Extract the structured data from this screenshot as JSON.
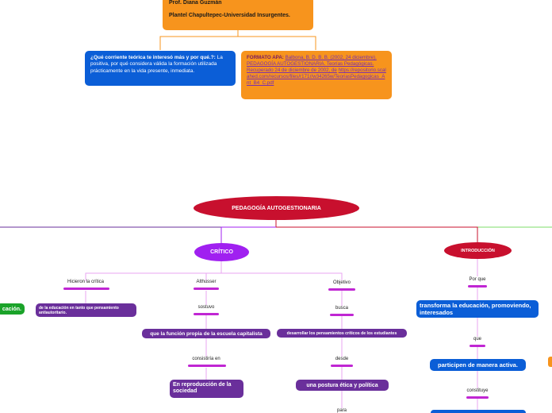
{
  "top_card": {
    "line1": "Prof. Diana Guzmán",
    "line2": "Plantel Chapultepec-Universidad Insurgentes."
  },
  "question_card": {
    "question": "¿Qué corriente teórica te interesó más y por qué.?:",
    "answer": "La positiva, por qué considera válida la formación utilizada prácticamente en la vida presente, inmediata."
  },
  "apa_card": {
    "label": "FORMATO APA:",
    "citation": "Balbona, B. D. B. B. (2002, 24 diciembre). PEDAGOGÍA AUTOGESTIONARIA. Teorías Pedagógicas. Recuperado 24 de diciembre de 2002, de",
    "url": "https://repositorio.scalahed.com/recursos/files/r171r/w34265w/TeoriasPedagogicas_Ant_B4_C.pdf"
  },
  "root": {
    "label": "PEDAGOGÍA AUTOGESTIONARIA",
    "color": "#c8102e"
  },
  "critico": {
    "label": "CRÍTICO",
    "color": "#a020f0",
    "left_edge_label": "cación.",
    "branches": [
      {
        "label": "Hicieron la crítica",
        "child": "de la educación en tanto que pensamiento antiautoritario."
      },
      {
        "label": "Althusser",
        "connector": "sostuvo",
        "child": "que la función propia de la escuela capitalista",
        "connector2": "consistiría en",
        "child2": "En reproducción de la sociedad"
      },
      {
        "label": "Objetivo",
        "connector": "busca",
        "child": "desarrollar los pensamientos críticos de los estudiantes",
        "connector2": "desde",
        "child2": "una postura ética y política",
        "connector3": "para"
      }
    ]
  },
  "introduccion": {
    "label": "INTRODUCCIÓN",
    "color": "#c8102e",
    "connector1": "Por que",
    "box1": "transforma la educación, promoviendo, interesados",
    "connector2": "que",
    "box2": "participen de manera activa.",
    "connector3": "constituye"
  },
  "colors": {
    "orange": "#f7941d",
    "blue": "#0b5ed7",
    "purple": "#6a2f9b",
    "green": "#1aa329",
    "magenta": "#c026d3"
  }
}
